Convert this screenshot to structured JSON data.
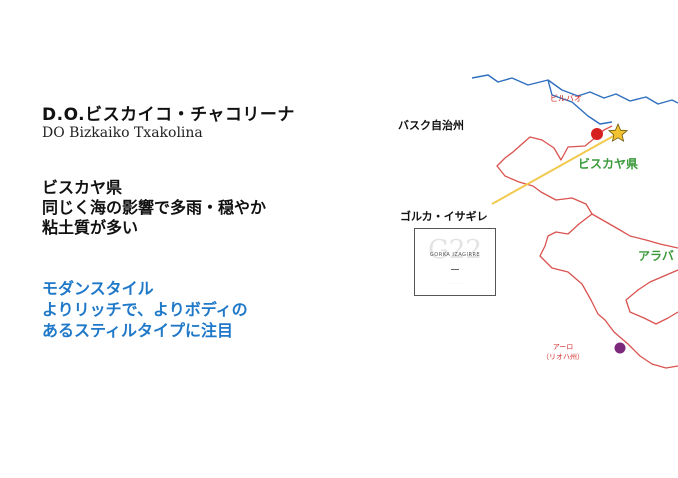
{
  "heading": {
    "jp": "D.O.ビスカイコ・チャコリーナ",
    "latin": "DO Bizkaiko Txakolina"
  },
  "region_text": [
    "ビスカヤ県",
    "同じく海の影響で多雨・穏やか",
    "粘土質が多い"
  ],
  "style_text": [
    "モダンスタイル",
    "よりリッチで、よりボディの",
    "あるスティルタイプに注目"
  ],
  "map_labels": {
    "basque": "バスク自治州",
    "bilbao": "ビルバオ",
    "bizkaia": "ビスカヤ県",
    "producer": "ゴルカ・イサギレ",
    "araba": "アラバ",
    "haro": "アーロ",
    "rioja": "（リオハ州）"
  },
  "wine_label": {
    "mark": "G22",
    "brand": "GORKA IZAGIRRE"
  },
  "colors": {
    "style_blue": "#1f78c8",
    "label_green": "#3b9a3b",
    "border_red": "#d9534f",
    "river_blue": "#2f6fbf",
    "bilbao_dot": "#d61f1f",
    "haro_dot": "#7b2a7b",
    "star": "#f2c230",
    "pointer": "#f2c94c"
  },
  "icons": [
    "bilbao-dot-icon",
    "winery-star-icon",
    "haro-dot-icon"
  ]
}
